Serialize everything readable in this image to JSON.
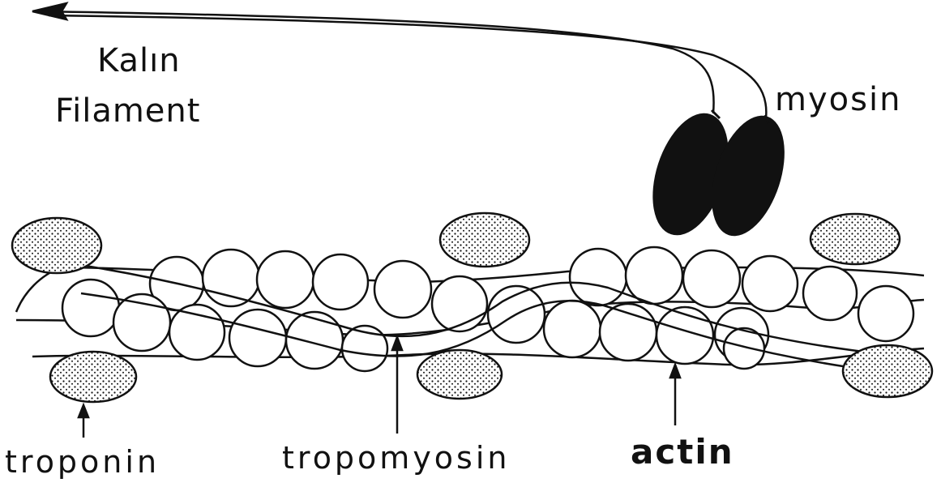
{
  "labels": {
    "thick_filament_line1": "Kalın",
    "thick_filament_line2": "Filament",
    "myosin": "myosin",
    "troponin": "troponin",
    "tropomyosin": "tropomyosin",
    "actin": "actin"
  },
  "colors": {
    "ink": "#111111",
    "paper": "#ffffff",
    "troponin_fill": "#e6e6e6"
  }
}
